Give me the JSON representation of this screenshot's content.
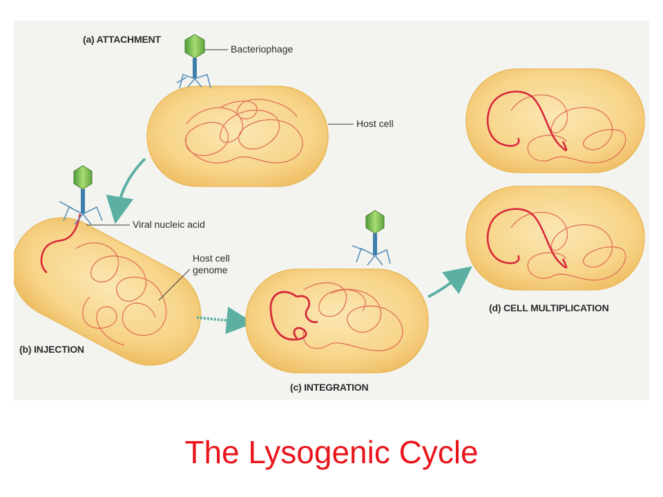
{
  "page": {
    "title": "The Lysogenic Cycle",
    "title_color": "#e8161c"
  },
  "stages": {
    "attachment": "(a) ATTACHMENT",
    "injection": "(b) INJECTION",
    "integration": "(c) INTEGRATION",
    "multiplication": "(d) CELL MULTIPLICATION"
  },
  "callouts": {
    "bacteriophage": "Bacteriophage",
    "host_cell": "Host cell",
    "viral_nucleic_acid": "Viral nucleic acid",
    "host_genome_line1": "Host cell",
    "host_genome_line2": "genome"
  },
  "colors": {
    "cell_fill": "#f7d488",
    "cell_edge": "#e9b95c",
    "host_dna": "#e07058",
    "viral_dna": "#d8263a",
    "arrow": "#5cb0a3",
    "phage_head": "#7fc24a",
    "phage_legs": "#5a90b8"
  }
}
